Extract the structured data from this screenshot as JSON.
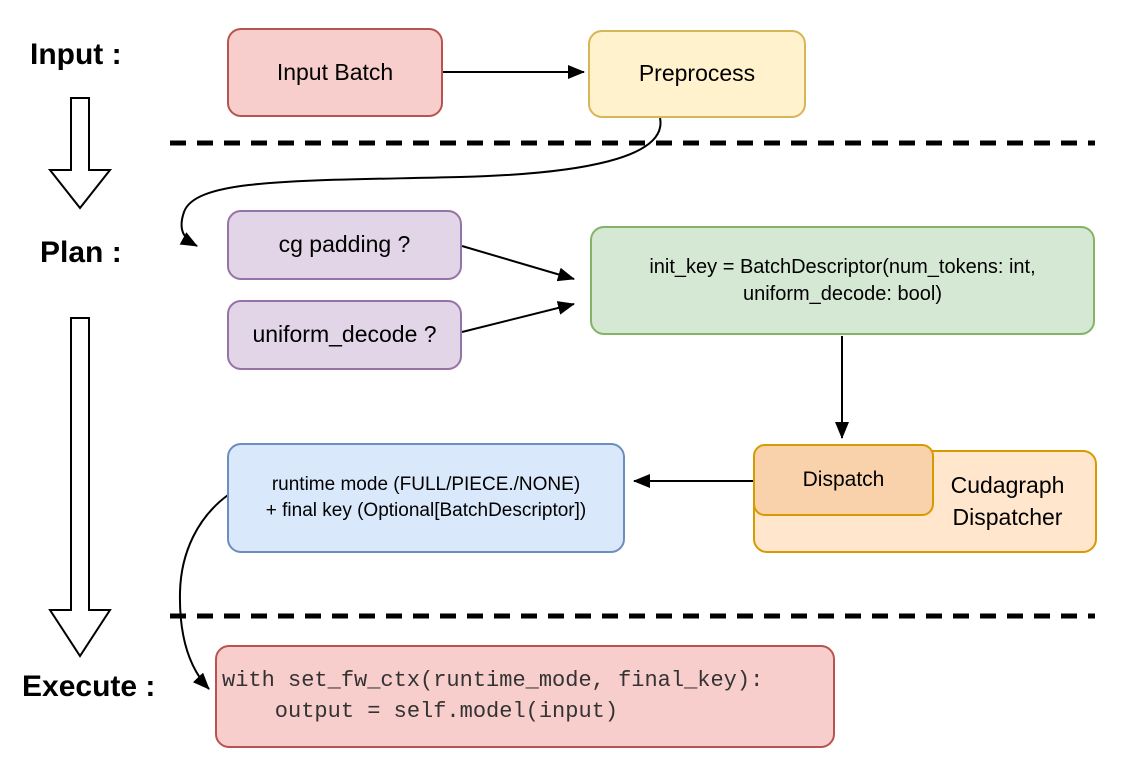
{
  "stages": {
    "input_label": "Input :",
    "plan_label": "Plan :",
    "execute_label": "Execute :"
  },
  "nodes": {
    "input_batch": {
      "label": "Input Batch",
      "fill": "#f8cecc",
      "border": "#b85450"
    },
    "preprocess": {
      "label": "Preprocess",
      "fill": "#fff2cc",
      "border": "#d6b656"
    },
    "cg_padding": {
      "label": "cg padding ?",
      "fill": "#e1d5e7",
      "border": "#9673a6"
    },
    "uniform_decode": {
      "label": "uniform_decode ?",
      "fill": "#e1d5e7",
      "border": "#9673a6"
    },
    "init_key": {
      "label": "init_key = BatchDescriptor(num_tokens: int,\nuniform_decode: bool)",
      "fill": "#d5e8d4",
      "border": "#82b366"
    },
    "dispatch": {
      "label": "Dispatch",
      "fill": "#f9d2ac",
      "border": "#d79b00"
    },
    "cudagraph_dispatcher": {
      "label": "Cudagraph Dispatcher",
      "fill": "#ffe6cc",
      "border": "#d79b00"
    },
    "runtime_mode": {
      "label": "runtime mode (FULL/PIECE./NONE)\n+ final key (Optional[BatchDescriptor])",
      "fill": "#dae8fc",
      "border": "#6c8ebf"
    },
    "execute_code": {
      "label": "with set_fw_ctx(runtime_mode, final_key):\n    output = self.model(input)",
      "fill": "#f8cecc",
      "border": "#b85450"
    }
  },
  "edges": [
    {
      "from": "input_batch",
      "to": "preprocess",
      "style": "straight-arrow"
    },
    {
      "from": "preprocess",
      "to": "cg_padding",
      "style": "curved-arrow"
    },
    {
      "from": "cg_padding",
      "to": "init_key",
      "style": "straight-arrow"
    },
    {
      "from": "uniform_decode",
      "to": "init_key",
      "style": "straight-arrow"
    },
    {
      "from": "init_key",
      "to": "dispatch",
      "style": "straight-arrow"
    },
    {
      "from": "dispatch",
      "to": "runtime_mode",
      "style": "straight-arrow"
    },
    {
      "from": "runtime_mode",
      "to": "execute_code",
      "style": "curved-arrow"
    }
  ],
  "separators": [
    {
      "name": "input-plan-divider",
      "style": "dashed"
    },
    {
      "name": "plan-execute-divider",
      "style": "dashed"
    }
  ],
  "colors": {
    "background": "#ffffff",
    "line": "#000000",
    "code_text": "#333333"
  }
}
